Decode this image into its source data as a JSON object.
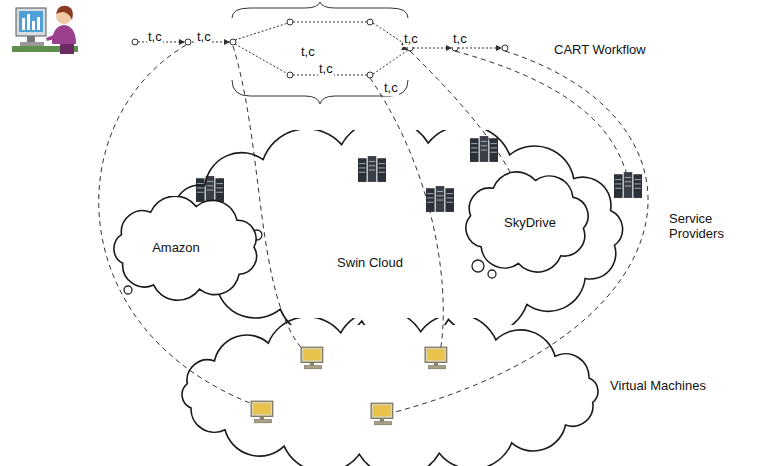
{
  "diagram": {
    "nodes": [
      {
        "text": [
          "Swin Cloud"
        ]
      },
      {
        "text": [
          "Amazon"
        ]
      },
      {
        "text": [
          "SkyDrive"
        ]
      },
      {
        "text": [
          "Virtual Machines"
        ]
      }
    ],
    "labels": [
      "CART Workflow",
      "t,c",
      "t,c",
      "t,c",
      "t,c",
      "t,c",
      "t,c",
      "t,c",
      "Service Providers"
    ]
  }
}
